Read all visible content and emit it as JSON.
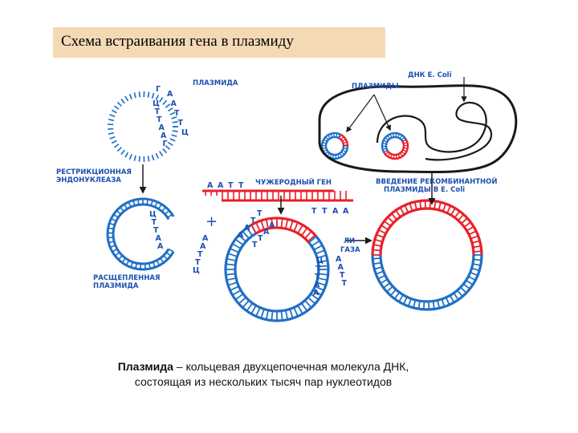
{
  "title": "Схема встраивания гена в плазмиду",
  "colors": {
    "blue": "#1f6fc5",
    "red": "#e8202a",
    "dark": "#1a1a1a",
    "box": "#f4d9b5"
  },
  "labels": {
    "plasmid": "ПЛАЗМИДА",
    "enzyme_line1": "РЕСТРИКЦИОННАЯ",
    "enzyme_line2": "ЭНДОНУКЛЕАЗА",
    "cleaved_line1": "РАСЩЕПЛЕННАЯ",
    "cleaved_line2": "ПЛАЗМИДА",
    "foreign_gene": "ЧУЖЕРОДНЫЙ ГЕН",
    "plasmids": "ПЛАЗМИДЫ",
    "dna_ecoli": "ДНК Е. Coli",
    "intro_line1": "ВВЕДЕНИЕ РЕКОМБИНАНТНОЙ",
    "intro_line2": "ПЛАЗМИДЫ В Е. Coli",
    "ligase_line1": "ЛИ-",
    "ligase_line2": "ГАЗА",
    "plus": "+"
  },
  "nucleotides": {
    "plasmid_left": [
      "Г",
      "Ц",
      "Т",
      "Т",
      "А",
      "А",
      "Г"
    ],
    "plasmid_right": [
      "А",
      "А",
      "Т",
      "Т",
      "Ц"
    ],
    "plasmid_top": "Г",
    "cleaved_left": [
      "Ц",
      "Т",
      "Т",
      "А",
      "А"
    ],
    "cleaved_right": [
      "А",
      "А",
      "Т",
      "Т",
      "Ц"
    ],
    "gene_top": [
      "А",
      "А",
      "Т",
      "Т"
    ],
    "gene_bottom": [
      "Т",
      "Т",
      "А",
      "А"
    ],
    "recomb_top": [
      "А",
      "А",
      "Т",
      "Т"
    ],
    "recomb_inner": [
      "Т",
      "Т",
      "А",
      "А"
    ],
    "recomb_right_inner": [
      "Ц",
      "Т",
      "Т",
      "А",
      "А"
    ],
    "recomb_right_outer": [
      "А",
      "А",
      "Т",
      "Т"
    ]
  },
  "caption": {
    "term": "Плазмида",
    "line1_rest": " – кольцевая двухцепочечная молекула ДНК,",
    "line2": "состоящая из нескольких тысяч пар нуклеотидов"
  }
}
